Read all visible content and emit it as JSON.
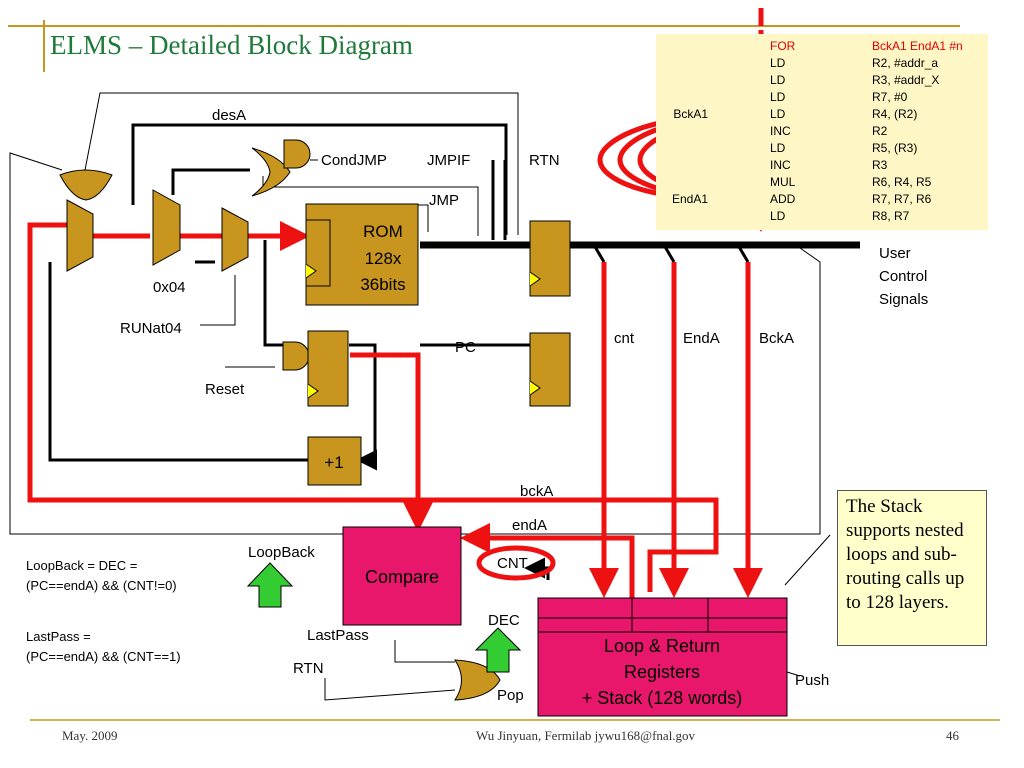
{
  "title": "ELMS – Detailed Block Diagram",
  "blocks": {
    "rom": [
      "ROM",
      "128x",
      "36bits"
    ],
    "compare": "Compare",
    "increment": "+1",
    "registers": [
      "Loop & Return",
      "Registers",
      "+ Stack (128 words)"
    ]
  },
  "labels": {
    "desA": "desA",
    "condjmp": "CondJMP",
    "jmpif": "JMPIF",
    "jmp": "JMP",
    "rtn_top": "RTN",
    "user_control": [
      "User",
      "Control",
      "Signals"
    ],
    "hex04": "0x04",
    "runat04": "RUNat04",
    "reset": "Reset",
    "pc": "PC",
    "cnt": "cnt",
    "enda_bus": "EndA",
    "bcka_bus": "BckA",
    "bckA": "bckA",
    "endA": "endA",
    "loopback": "LoopBack",
    "cnt_reg": "CNT",
    "dec": "DEC",
    "lastpass": "LastPass",
    "rtn_bottom": "RTN",
    "pop": "Pop",
    "push": "Push"
  },
  "equations": {
    "loopback": [
      "LoopBack = DEC =",
      "(PC==endA) && (CNT!=0)"
    ],
    "lastpass": [
      "LastPass =",
      "(PC==endA) && (CNT==1)"
    ]
  },
  "code": [
    {
      "label": "",
      "op": "FOR",
      "arg": "BckA1 EndA1 #n",
      "highlight": true
    },
    {
      "label": "",
      "op": "LD",
      "arg": "R2, #addr_a",
      "highlight": false
    },
    {
      "label": "",
      "op": "LD",
      "arg": "R3, #addr_X",
      "highlight": false
    },
    {
      "label": "",
      "op": "LD",
      "arg": "R7, #0",
      "highlight": false
    },
    {
      "label": "BckA1",
      "op": "LD",
      "arg": "R4, (R2)",
      "highlight": false
    },
    {
      "label": "",
      "op": "INC",
      "arg": "R2",
      "highlight": false
    },
    {
      "label": "",
      "op": "LD",
      "arg": "R5, (R3)",
      "highlight": false
    },
    {
      "label": "",
      "op": "INC",
      "arg": "R3",
      "highlight": false
    },
    {
      "label": "",
      "op": "MUL",
      "arg": "R6, R4, R5",
      "highlight": false
    },
    {
      "label": "EndA1",
      "op": "ADD",
      "arg": "R7, R7, R6",
      "highlight": false
    },
    {
      "label": "",
      "op": "LD",
      "arg": "R8, R7",
      "highlight": false
    }
  ],
  "note": "The Stack supports nested loops and sub-routing calls up to 128 layers.",
  "footer": {
    "date": "May. 2009",
    "author": "Wu Jinyuan, Fermilab jywu168@fnal.gov",
    "page": "46"
  },
  "colors": {
    "title": "#1f7a3a",
    "block_gold": "#c8961e",
    "block_pink": "#e8176b",
    "wire_red": "#ee1111",
    "arrow_green": "#33cc33",
    "code_bg": "#fff6c6",
    "note_bg": "#ffffcc"
  }
}
